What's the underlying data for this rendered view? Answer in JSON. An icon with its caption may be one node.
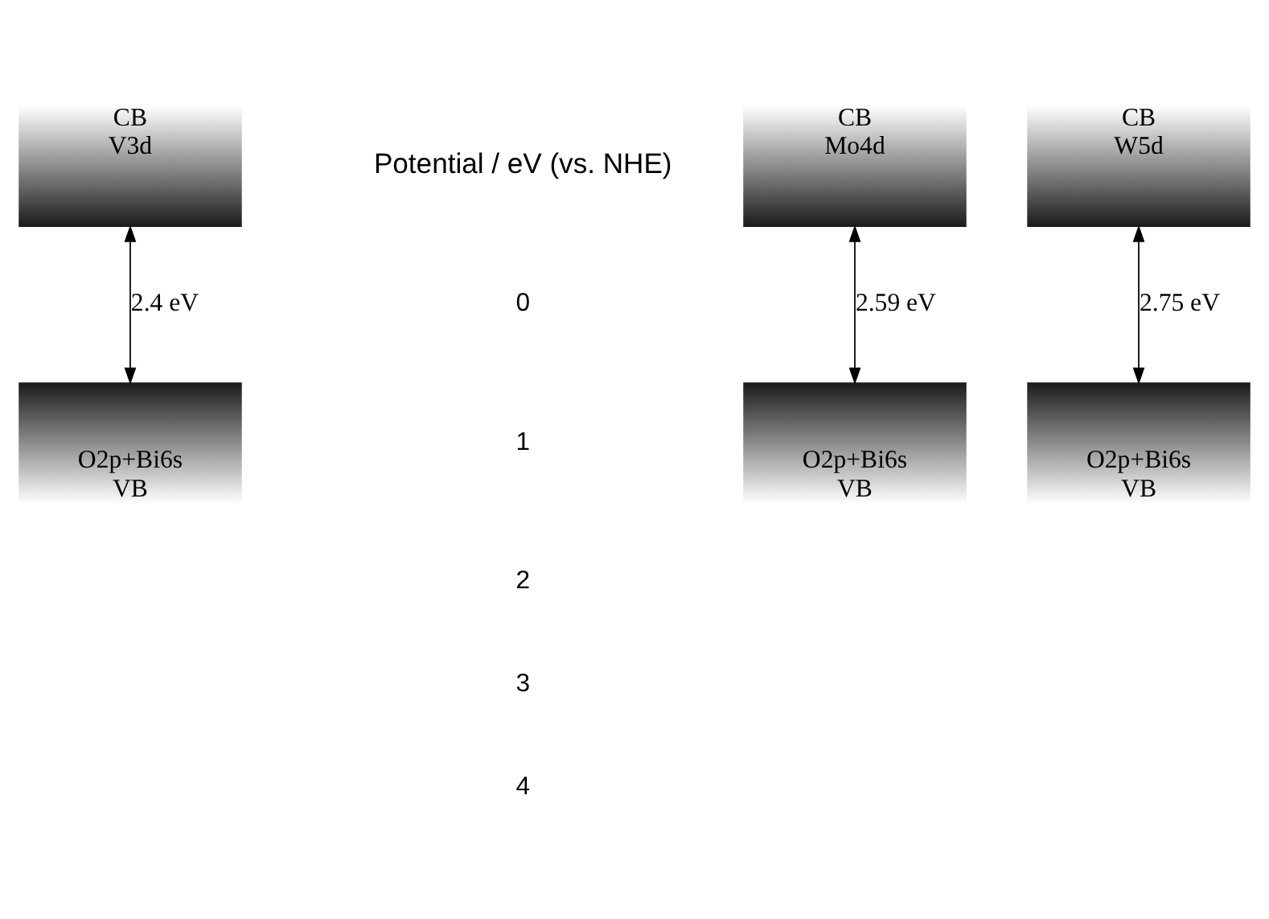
{
  "diagram": {
    "nodes": [
      {
        "text": [
          "CB",
          "V3d"
        ]
      },
      {
        "text": [
          "CB",
          "Mo4d"
        ]
      },
      {
        "text": [
          "CB",
          "W5d"
        ]
      },
      {
        "text": [
          "O2p+Bi6s",
          "VB"
        ]
      },
      {
        "text": [
          "O2p+Bi6s",
          "VB"
        ]
      },
      {
        "text": [
          "O2p+Bi6s",
          "VB"
        ]
      }
    ],
    "edges": [
      {
        "from": 0,
        "to": 3,
        "arrow": "both",
        "label": "2.4 eV"
      },
      {
        "from": 1,
        "to": 4,
        "arrow": "both",
        "label": "2.59 eV"
      },
      {
        "from": 2,
        "to": 5,
        "arrow": "both",
        "label": "2.75 eV"
      }
    ],
    "labels": [
      "Potential / eV (vs. NHE)",
      "0",
      "1",
      "2",
      "3",
      "4"
    ]
  }
}
